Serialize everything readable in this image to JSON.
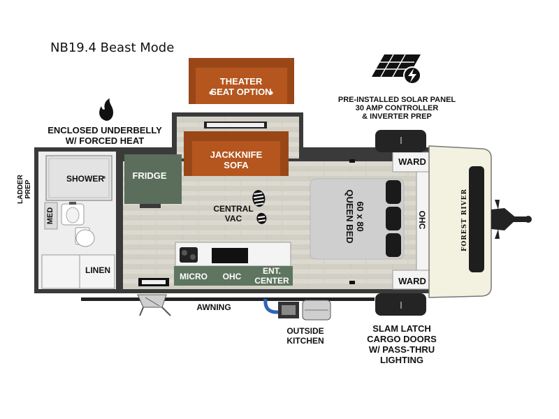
{
  "title": "NB19.4 Beast Mode",
  "labels": {
    "theater": [
      "THEATER",
      "SEAT OPTION"
    ],
    "solar": [
      "PRE-INSTALLED SOLAR PANEL",
      "30 AMP CONTROLLER",
      "& INVERTER PREP"
    ],
    "underbelly": [
      "ENCLOSED UNDERBELLY",
      "W/ FORCED HEAT"
    ],
    "jackknife": [
      "JACKKNIFE",
      "SOFA"
    ],
    "ward_top": "WARD",
    "ward_bottom": "WARD",
    "ohc_front": "OHC",
    "ladder": [
      "LADDER",
      "PREP"
    ],
    "shower": "SHOWER",
    "fridge": "FRIDGE",
    "central_vac": [
      "CENTRAL",
      "VAC"
    ],
    "bed": [
      "60 x 80",
      "QUEEN BED"
    ],
    "med": "MED",
    "linen": "LINEN",
    "micro": "MICRO",
    "ohc_galley": "OHC",
    "ent_center": [
      "ENT.",
      "CENTER"
    ],
    "awning": "AWNING",
    "outside_kitchen": [
      "OUTSIDE",
      "KITCHEN"
    ],
    "cargo": [
      "SLAM LATCH",
      "CARGO DOORS",
      "W/ PASS-THRU",
      "LIGHTING"
    ],
    "brand": "FOREST RIVER"
  },
  "colors": {
    "sofa": "#b5561f",
    "fridge": "#5a6e5b",
    "galley": "#5e7560",
    "floor": "#d8d6cc",
    "bed": "#cfcfcf",
    "wall": "#3a3a3a",
    "front_cap": "#f3f1df",
    "awning_hose": "#2f63b8"
  },
  "icons": [
    "flame-icon",
    "solar-panel-icon",
    "boot-print-icon",
    "hitch-icon"
  ]
}
